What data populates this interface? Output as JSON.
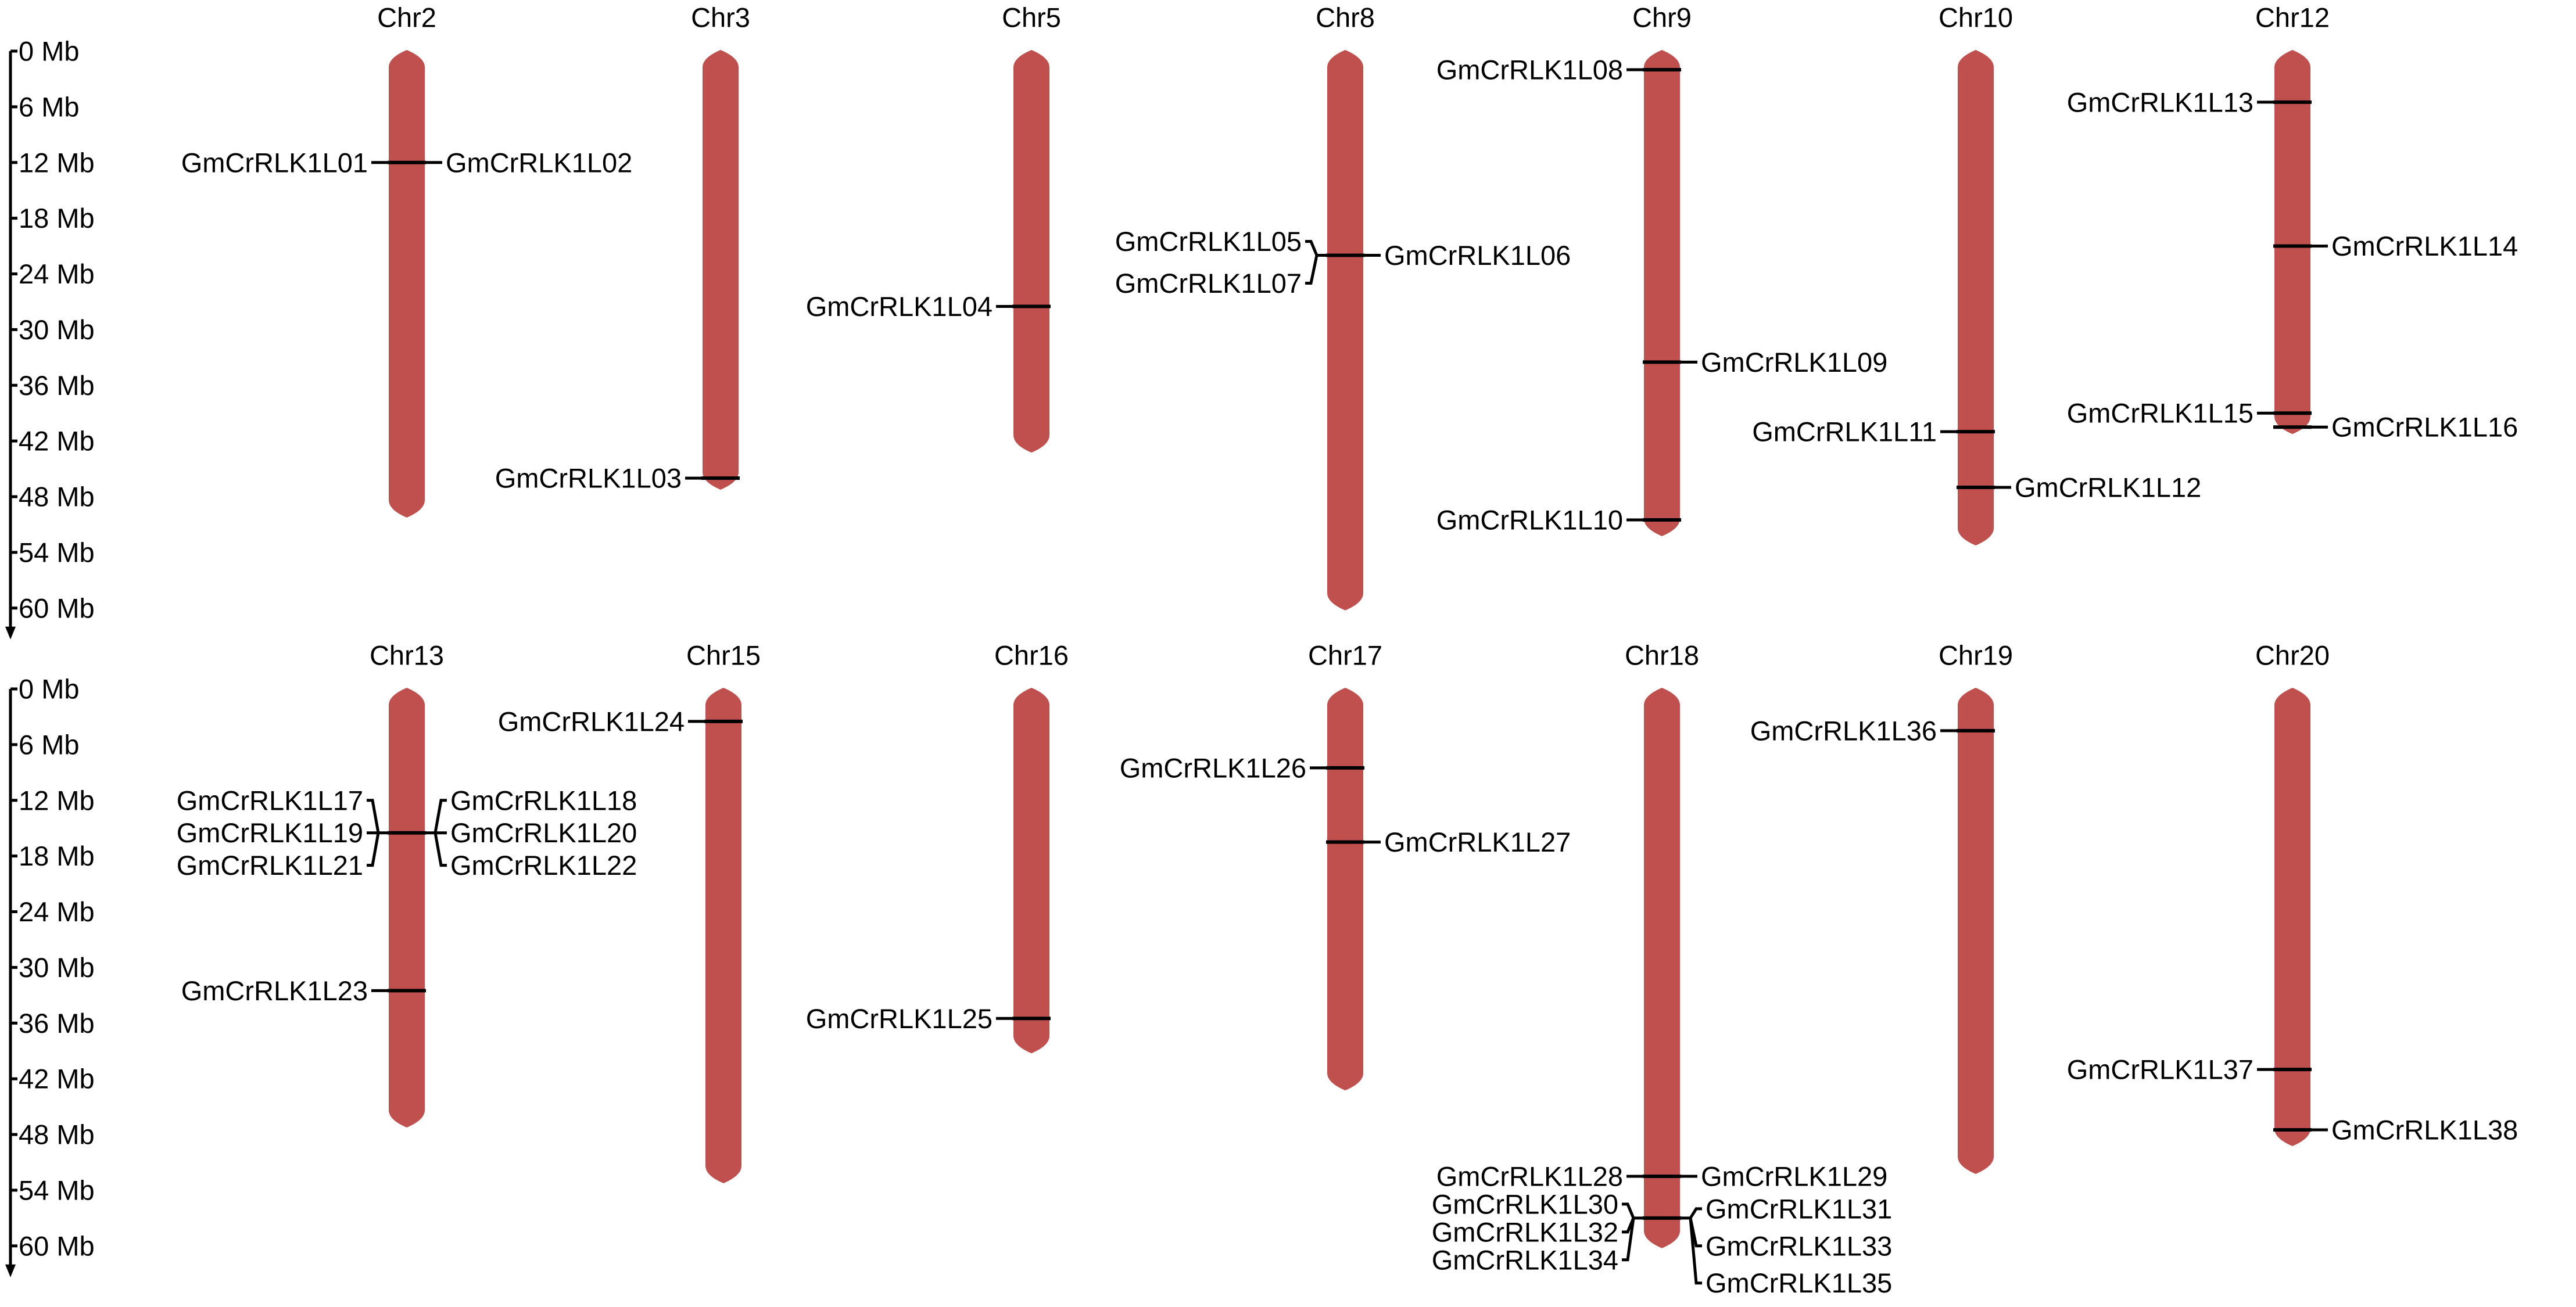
{
  "colors": {
    "chromosome": "#c0504d",
    "ink": "#000000",
    "background": "#ffffff"
  },
  "axis": {
    "tick_labels": [
      "0 Mb",
      "6 Mb",
      "12 Mb",
      "18 Mb",
      "24 Mb",
      "30 Mb",
      "36 Mb",
      "42 Mb",
      "48 Mb",
      "54 Mb",
      "60 Mb"
    ],
    "max_mb": 60
  },
  "panels": [
    {
      "chromosomes": [
        {
          "name": "Chr2",
          "length_mb": 50,
          "genes": [
            {
              "label": "GmCrRLK1L01",
              "mb": 12,
              "side": "left"
            },
            {
              "label": "GmCrRLK1L02",
              "mb": 12,
              "side": "right"
            }
          ]
        },
        {
          "name": "Chr3",
          "length_mb": 47,
          "genes": [
            {
              "label": "GmCrRLK1L03",
              "mb": 46,
              "side": "left"
            }
          ]
        },
        {
          "name": "Chr5",
          "length_mb": 43,
          "genes": [
            {
              "label": "GmCrRLK1L04",
              "mb": 27.5,
              "side": "left"
            }
          ]
        },
        {
          "name": "Chr8",
          "length_mb": 60,
          "genes": [
            {
              "label": "GmCrRLK1L05",
              "mb": 22,
              "side": "left",
              "label_mb": 20.5,
              "bracket": true
            },
            {
              "label": "GmCrRLK1L07",
              "mb": 22,
              "side": "left",
              "label_mb": 25,
              "bracket": true
            },
            {
              "label": "GmCrRLK1L06",
              "mb": 22,
              "side": "right"
            }
          ]
        },
        {
          "name": "Chr9",
          "length_mb": 52,
          "genes": [
            {
              "label": "GmCrRLK1L08",
              "mb": 2,
              "side": "left"
            },
            {
              "label": "GmCrRLK1L09",
              "mb": 33.5,
              "side": "right"
            },
            {
              "label": "GmCrRLK1L10",
              "mb": 50.5,
              "side": "left"
            }
          ]
        },
        {
          "name": "Chr10",
          "length_mb": 53,
          "genes": [
            {
              "label": "GmCrRLK1L11",
              "mb": 41,
              "side": "left"
            },
            {
              "label": "GmCrRLK1L12",
              "mb": 47,
              "side": "right"
            }
          ]
        },
        {
          "name": "Chr12",
          "length_mb": 41,
          "genes": [
            {
              "label": "GmCrRLK1L13",
              "mb": 5.5,
              "side": "left"
            },
            {
              "label": "GmCrRLK1L14",
              "mb": 21,
              "side": "right"
            },
            {
              "label": "GmCrRLK1L15",
              "mb": 39,
              "side": "left"
            },
            {
              "label": "GmCrRLK1L16",
              "mb": 40.5,
              "side": "right"
            }
          ]
        }
      ]
    },
    {
      "chromosomes": [
        {
          "name": "Chr13",
          "length_mb": 47,
          "genes": [
            {
              "label": "GmCrRLK1L17",
              "mb": 15.5,
              "side": "left",
              "label_mb": 12,
              "bracket": true
            },
            {
              "label": "GmCrRLK1L19",
              "mb": 15.5,
              "side": "left",
              "label_mb": 15.5,
              "bracket": true
            },
            {
              "label": "GmCrRLK1L21",
              "mb": 15.5,
              "side": "left",
              "label_mb": 19,
              "bracket": true
            },
            {
              "label": "GmCrRLK1L18",
              "mb": 15.5,
              "side": "right",
              "label_mb": 12,
              "bracket": true
            },
            {
              "label": "GmCrRLK1L20",
              "mb": 15.5,
              "side": "right",
              "label_mb": 15.5,
              "bracket": true
            },
            {
              "label": "GmCrRLK1L22",
              "mb": 15.5,
              "side": "right",
              "label_mb": 19,
              "bracket": true
            },
            {
              "label": "GmCrRLK1L23",
              "mb": 32.5,
              "side": "left"
            }
          ]
        },
        {
          "name": "Chr15",
          "length_mb": 53,
          "genes": [
            {
              "label": "GmCrRLK1L24",
              "mb": 3.5,
              "side": "left"
            }
          ]
        },
        {
          "name": "Chr16",
          "length_mb": 39,
          "genes": [
            {
              "label": "GmCrRLK1L25",
              "mb": 35.5,
              "side": "left"
            }
          ]
        },
        {
          "name": "Chr17",
          "length_mb": 43,
          "genes": [
            {
              "label": "GmCrRLK1L26",
              "mb": 8.5,
              "side": "left"
            },
            {
              "label": "GmCrRLK1L27",
              "mb": 16.5,
              "side": "right"
            }
          ]
        },
        {
          "name": "Chr18",
          "length_mb": 60,
          "genes": [
            {
              "label": "GmCrRLK1L28",
              "mb": 52.5,
              "side": "left"
            },
            {
              "label": "GmCrRLK1L29",
              "mb": 52.5,
              "side": "right"
            },
            {
              "label": "GmCrRLK1L30",
              "mb": 57,
              "side": "left",
              "label_mb": 55.5,
              "bracket": true
            },
            {
              "label": "GmCrRLK1L32",
              "mb": 57,
              "side": "left",
              "label_mb": 58.5,
              "bracket": true
            },
            {
              "label": "GmCrRLK1L34",
              "mb": 57,
              "side": "left",
              "label_mb": 61.5,
              "bracket": true
            },
            {
              "label": "GmCrRLK1L31",
              "mb": 57,
              "side": "right",
              "label_mb": 56,
              "bracket": true
            },
            {
              "label": "GmCrRLK1L33",
              "mb": 57,
              "side": "right",
              "label_mb": 60,
              "bracket": true
            },
            {
              "label": "GmCrRLK1L35",
              "mb": 57,
              "side": "right",
              "label_mb": 64,
              "bracket": true
            }
          ]
        },
        {
          "name": "Chr19",
          "length_mb": 52,
          "genes": [
            {
              "label": "GmCrRLK1L36",
              "mb": 4.5,
              "side": "left"
            }
          ]
        },
        {
          "name": "Chr20",
          "length_mb": 49,
          "genes": [
            {
              "label": "GmCrRLK1L37",
              "mb": 41,
              "side": "left"
            },
            {
              "label": "GmCrRLK1L38",
              "mb": 47.5,
              "side": "right"
            }
          ]
        }
      ]
    }
  ]
}
